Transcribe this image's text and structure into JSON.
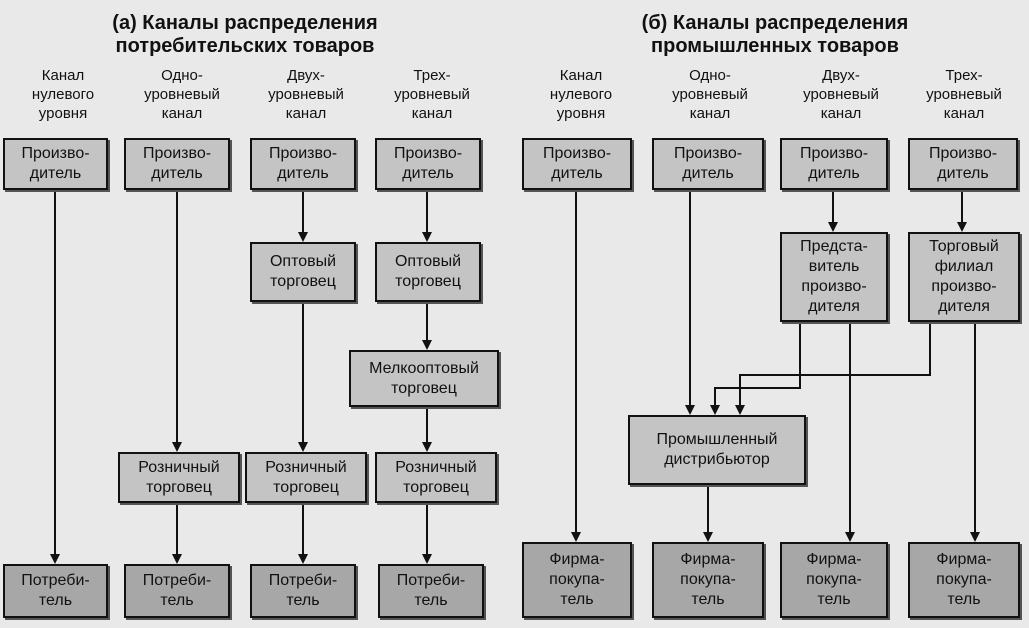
{
  "titles": {
    "consumer": "(а) Каналы распределения\nпотребительских товаров",
    "industrial": "(б) Каналы распределения\nпромышленных товаров"
  },
  "headers": {
    "zero": "Канал\nнулевого\nуровня",
    "one": "Одно-\nуровневый\nканал",
    "two": "Двух-\nуровневый\nканал",
    "three": "Трех-\nуровневый\nканал"
  },
  "boxes": {
    "producer": "Произво-\nдитель",
    "wholesaler": "Оптовый\nторговец",
    "jobber": "Мелкооптовый\nторговец",
    "retailer": "Розничный\nторговец",
    "consumer": "Потреби-\nтель",
    "manufacturer_rep": "Предста-\nвитель\nпроизво-\nдителя",
    "sales_branch": "Торговый\nфилиал\nпроизво-\nдителя",
    "industrial_distributor": "Промышленный\nдистрибьютор",
    "business_customer": "Фирма-\nпокупа-\nтель"
  }
}
